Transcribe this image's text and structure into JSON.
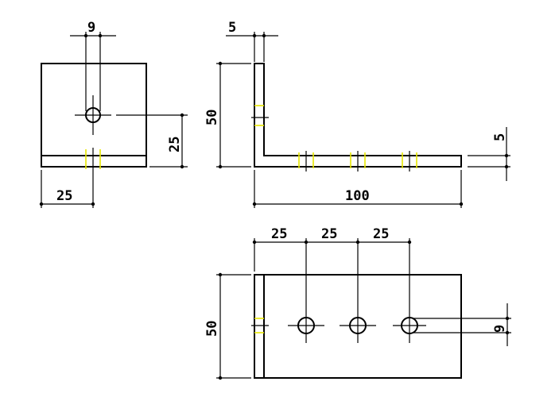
{
  "drawing": {
    "views": [
      "front-view",
      "side-view",
      "top-view"
    ],
    "colors": {
      "lines": "#000000",
      "hidden_lines": "#e8e800",
      "background": "#ffffff"
    }
  },
  "dimensions": {
    "front_hole_diameter": "9",
    "front_hole_height": "25",
    "front_hole_offset": "25",
    "side_thickness_top": "5",
    "side_height": "50",
    "side_length": "100",
    "side_thickness_right": "5",
    "top_spacing_1": "25",
    "top_spacing_2": "25",
    "top_spacing_3": "25",
    "top_height": "50",
    "top_hole_diameter": "9"
  }
}
